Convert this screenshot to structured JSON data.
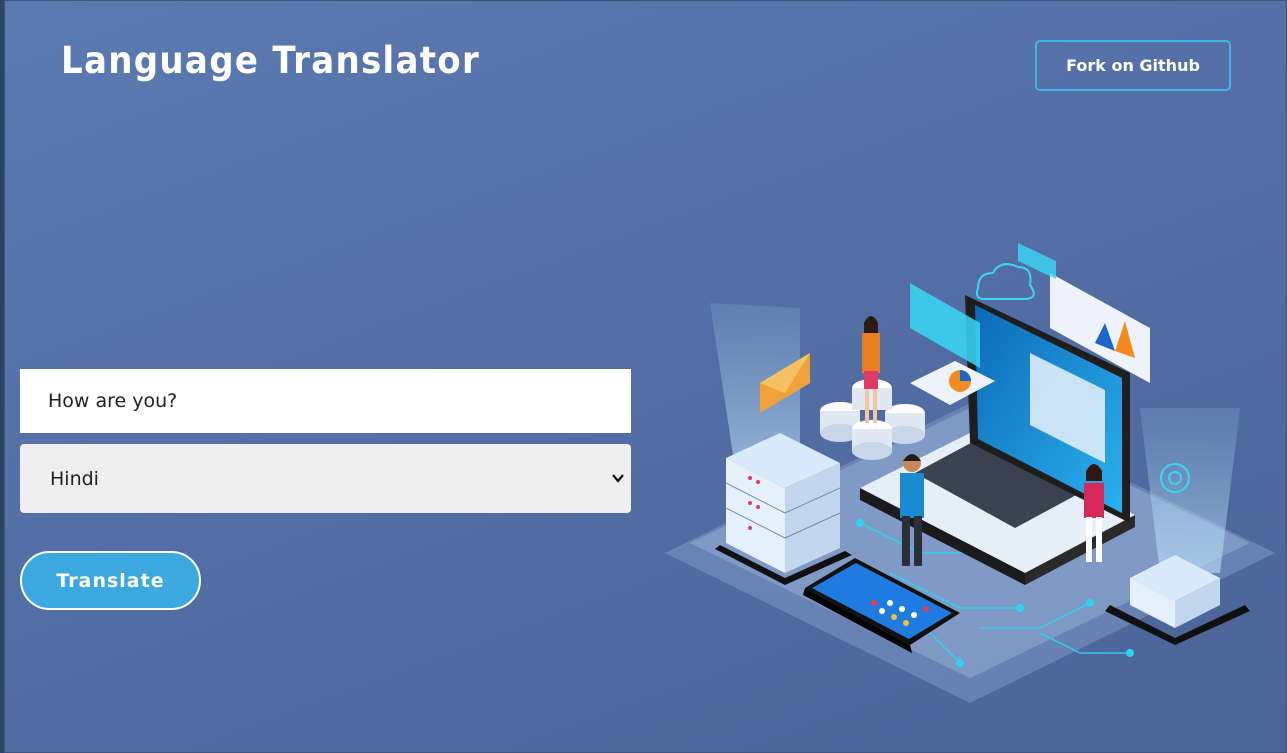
{
  "header": {
    "title": "Language Translator",
    "fork_label": "Fork on Github"
  },
  "form": {
    "input_value": "How are you?",
    "language_selected": "Hindi",
    "translate_label": "Translate"
  },
  "colors": {
    "background": "#5676ad",
    "accent": "#3ba9e0",
    "fork_border": "#3cb8e6"
  },
  "illustration": {
    "icon": "tech-isometric-illustration"
  }
}
